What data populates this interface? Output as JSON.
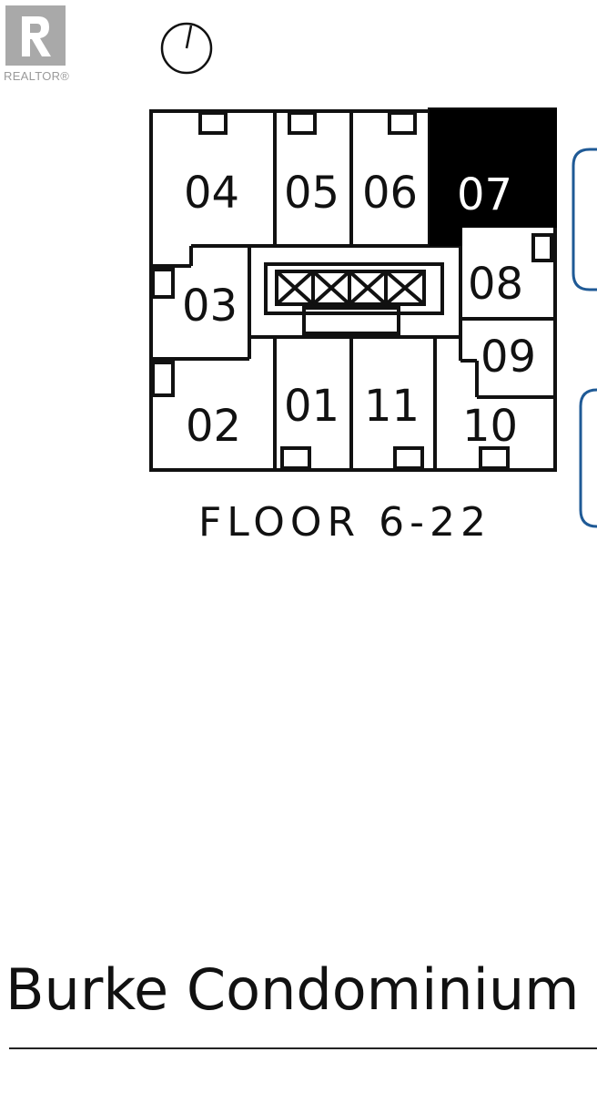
{
  "logo": {
    "text": "REALTOR®"
  },
  "floor_label": "FLOOR 6-22",
  "building_name": "Burke Condominium",
  "units": {
    "u01": "01",
    "u02": "02",
    "u03": "03",
    "u04": "04",
    "u05": "05",
    "u06": "06",
    "u07": "07",
    "u08": "08",
    "u09": "09",
    "u10": "10",
    "u11": "11"
  },
  "highlighted_unit": "07",
  "colors": {
    "line": "#111111",
    "highlight": "#000000",
    "accent": "#1f5a96",
    "logo": "#a9a9a9"
  }
}
